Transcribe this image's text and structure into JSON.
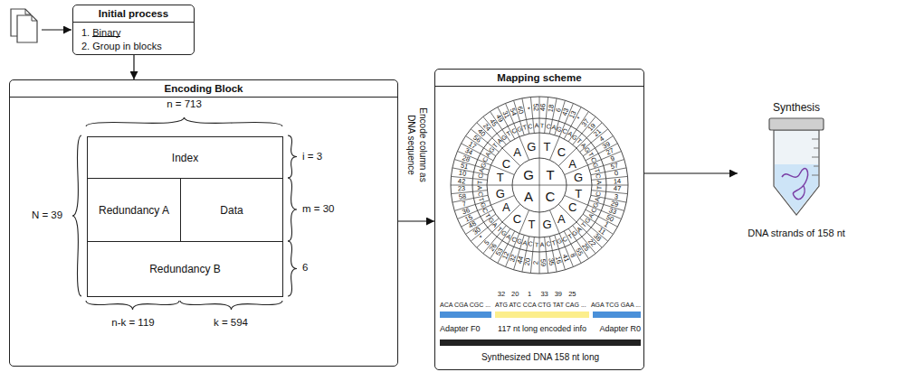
{
  "diagram": {
    "nodes": [
      {
        "text": [
          "Initial process",
          "1. Binary",
          "2. Group in blocks"
        ]
      },
      {
        "text": [
          "Encoding Block"
        ]
      },
      {
        "text": [
          "Index"
        ],
        "in": 1
      },
      {
        "text": [
          "Redundancy A"
        ],
        "in": 1
      },
      {
        "text": [
          "Data"
        ],
        "in": 1
      },
      {
        "text": [
          "Redundancy B"
        ],
        "in": 1
      },
      {
        "text": [
          "Mapping scheme"
        ]
      },
      {
        "text": [
          "Synthesis",
          "DNA strands of 158 nt"
        ]
      }
    ],
    "edges": [
      {
        "from": 0,
        "to": 1,
        "arrow": "to"
      },
      {
        "from": 1,
        "to": 6,
        "arrow": "to",
        "label": "Encode column as DNA sequence"
      },
      {
        "from": 6,
        "to": 7,
        "arrow": "to"
      }
    ],
    "labels": [
      "n = 713",
      "N = 39",
      "i = 3",
      "m = 30",
      "6",
      "n-k = 119",
      "k = 594",
      "G",
      "T",
      "A",
      "C",
      "T",
      "C",
      "A",
      "G",
      "T",
      "C",
      "A",
      "G",
      "T",
      "C",
      "A",
      "G",
      "T",
      "C",
      "A",
      "G",
      "T",
      "C",
      "A",
      "G",
      "C",
      "A",
      "G",
      "T",
      "A",
      "G",
      "T",
      "C",
      "G",
      "T",
      "C",
      "A",
      "T",
      "C",
      "A",
      "G",
      "C",
      "A",
      "G",
      "T",
      "A",
      "G",
      "T",
      "C",
      "G",
      "T",
      "C",
      "A",
      "T",
      "C",
      "A",
      "G",
      "C",
      "A",
      "G",
      "T",
      "A",
      "G",
      "T",
      "C",
      "G",
      "T",
      "C",
      "A",
      "T",
      "C",
      "A",
      "G",
      "C",
      "A",
      "G",
      "T",
      "A",
      "G",
      "T",
      "C",
      "G",
      "T",
      "C",
      "A",
      "46",
      "18",
      "6",
      "43",
      "13",
      "*",
      "37",
      "19",
      "21",
      "4",
      "39",
      "27",
      "9",
      "57",
      "0",
      "14",
      "47",
      "3",
      "29",
      "33",
      "50",
      "1",
      "11",
      "38",
      "22",
      "25",
      "55",
      "8",
      "41",
      "16",
      "35",
      "59",
      "2",
      "20",
      "44",
      "32",
      "12",
      "53",
      "26",
      "5",
      "*",
      "30",
      "48",
      "15",
      "36",
      "7",
      "58",
      "23",
      "42",
      "10",
      "51",
      "28",
      "34",
      "17",
      "56",
      "40",
      "24",
      "45",
      "49",
      "31",
      "54",
      "60",
      "*",
      "52",
      "ACA CGA CGC ...",
      "32",
      "20",
      "1",
      "33",
      "39",
      "25",
      "ATG ATC CCA CTG TAT CAG ...",
      "AGA TCG GAA ...",
      "Adapter F0",
      "117 nt long encoded info",
      "Adapter R0",
      "Synthesized DNA 158 nt long"
    ]
  }
}
